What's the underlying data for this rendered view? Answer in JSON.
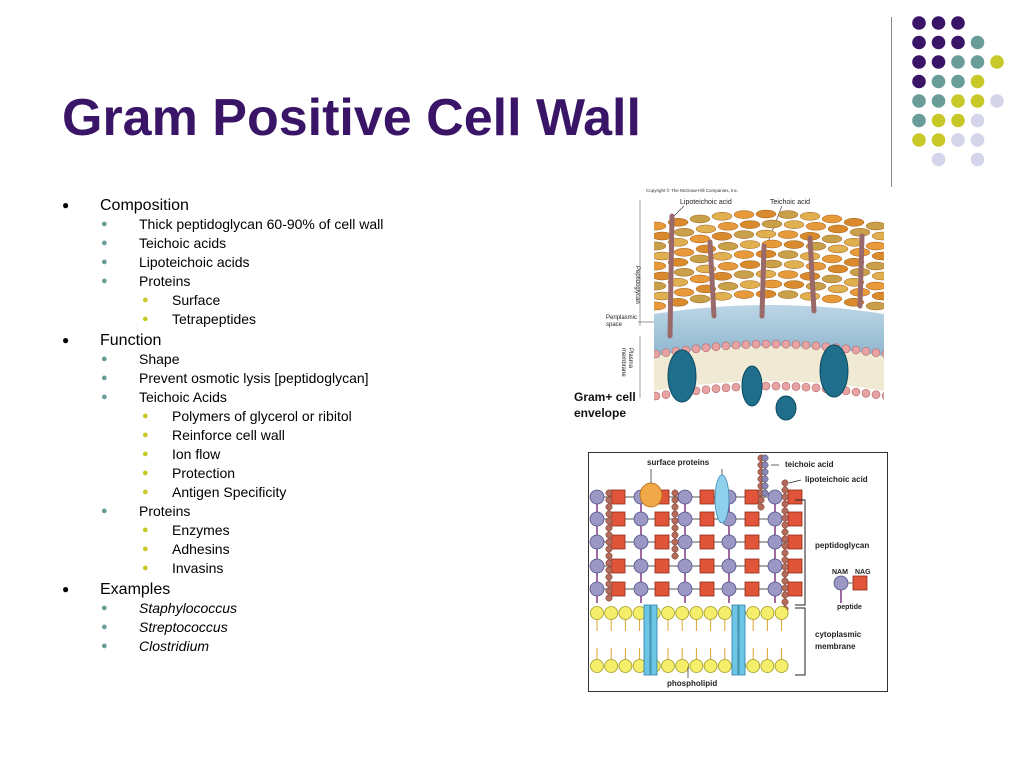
{
  "title": "Gram Positive Cell Wall",
  "colors": {
    "title": "#3a1466",
    "dot_purple": "#3a1466",
    "dot_teal": "#6a9c9a",
    "dot_yellow": "#c8c828",
    "dot_lavender": "#d4d4ea"
  },
  "decor_dots": [
    [
      "purple",
      "purple",
      "purple",
      "",
      "",
      ""
    ],
    [
      "purple",
      "purple",
      "purple",
      "teal",
      "",
      ""
    ],
    [
      "purple",
      "purple",
      "teal",
      "teal",
      "yellow",
      ""
    ],
    [
      "purple",
      "teal",
      "teal",
      "yellow",
      "",
      ""
    ],
    [
      "teal",
      "teal",
      "yellow",
      "yellow",
      "lavender",
      ""
    ],
    [
      "teal",
      "yellow",
      "yellow",
      "lavender",
      "",
      ""
    ],
    [
      "yellow",
      "yellow",
      "lavender",
      "lavender",
      "",
      ""
    ],
    [
      "",
      "lavender",
      "",
      "lavender",
      "",
      ""
    ]
  ],
  "outline": {
    "composition": {
      "label": "Composition",
      "items": [
        "Thick peptidoglycan 60-90% of cell wall",
        "Teichoic acids",
        "Lipoteichoic acids",
        "Proteins"
      ],
      "proteins_sub": [
        "Surface",
        "Tetrapeptides"
      ]
    },
    "function": {
      "label": "Function",
      "items": [
        "Shape",
        "Prevent osmotic lysis [peptidoglycan]",
        "Teichoic Acids"
      ],
      "teichoic_sub": [
        "Polymers of glycerol or ribitol",
        "Reinforce cell wall",
        "Ion flow",
        "Protection",
        "Antigen Specificity"
      ],
      "proteins_label": "Proteins",
      "proteins_sub": [
        "Enzymes",
        "Adhesins",
        "Invasins"
      ]
    },
    "examples": {
      "label": "Examples",
      "items": [
        "Staphylococcus",
        "Streptococcus",
        "Clostridium"
      ]
    }
  },
  "figure1": {
    "copyright": "Copyright © The McGraw-Hill Companies, Inc.",
    "lipoteichoic": "Lipoteichoic acid",
    "teichoic": "Teichoic acid",
    "peptidoglycan": "Peptidoglycan",
    "periplasmic_1": "Periplasmic",
    "periplasmic_2": "space",
    "plasma_1": "Plasma",
    "plasma_2": "membrane",
    "caption_1": "Gram+ cell",
    "caption_2": "envelope"
  },
  "figure2": {
    "surface_proteins": "surface proteins",
    "teichoic_acid": "teichoic acid",
    "lipoteichoic_acid": "lipoteichoic acid",
    "peptidoglycan": "peptidoglycan",
    "nam": "NAM",
    "nag": "NAG",
    "peptide": "peptide",
    "cytoplasmic_1": "cytoplasmic",
    "cytoplasmic_2": "membrane",
    "phospholipid": "phospholipid"
  }
}
